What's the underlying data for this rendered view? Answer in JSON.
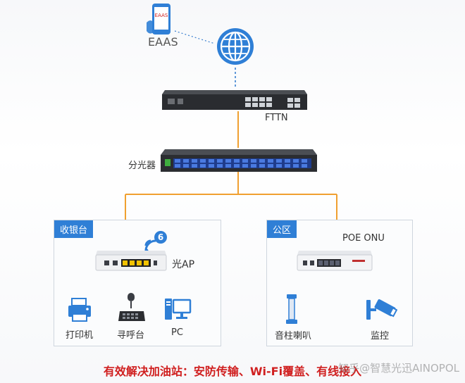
{
  "phone": {
    "screen_text": "EAAS",
    "label": "EAAS"
  },
  "devices": {
    "fttn": "FTTN",
    "splitter": "分光器",
    "optical_ap": "光AP",
    "poe_onu": "POE ONU",
    "wifi_badge": "6"
  },
  "zones": {
    "cashier": "收银台",
    "office": "公区"
  },
  "endpoints": {
    "printer": "打印机",
    "pager": "寻呼台",
    "pc": "PC",
    "speaker": "音柱喇叭",
    "camera": "监控"
  },
  "footer": {
    "caption": "有效解决加油站：安防传输、Wi-Fi覆盖、有线接入",
    "watermark": "知乎@智慧光迅AINOPOL"
  },
  "colors": {
    "fiber": "#f0a030",
    "ethernet": "#2a4fd0",
    "accent": "#2f7fd6",
    "caption": "#d01f1f"
  }
}
